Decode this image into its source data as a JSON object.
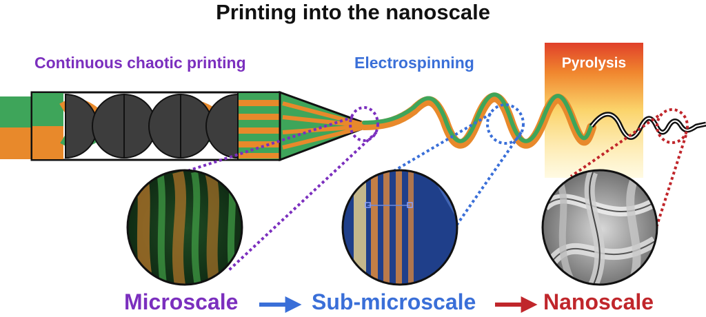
{
  "title": "Printing into the nanoscale",
  "stages": {
    "chaotic_printing": {
      "label": "Continuous chaotic printing",
      "color": "#7b2fbe"
    },
    "electrospinning": {
      "label": "Electrospinning",
      "color": "#3a6fd8"
    },
    "pyrolysis": {
      "label": "Pyrolysis",
      "color": "#ffffff"
    }
  },
  "scales": {
    "micro": {
      "label": "Microscale",
      "color": "#7b2fbe"
    },
    "sub_micro": {
      "label": "Sub-microscale",
      "color": "#3a6fd8"
    },
    "nano": {
      "label": "Nanoscale",
      "color": "#c0262b"
    }
  },
  "colors": {
    "green": "#3ea55a",
    "orange": "#e8892b",
    "mixer_element": "#3d3d3d",
    "pyrolysis_top": "#e0402a",
    "pyrolysis_bottom": "#fff6c8",
    "carbon_fiber": "#111111",
    "arrow_blue": "#3a6fd8",
    "arrow_red": "#c0262b"
  },
  "icons": {
    "arrow_micro_to_sub": "arrow-right-icon",
    "arrow_sub_to_nano": "arrow-right-icon"
  }
}
